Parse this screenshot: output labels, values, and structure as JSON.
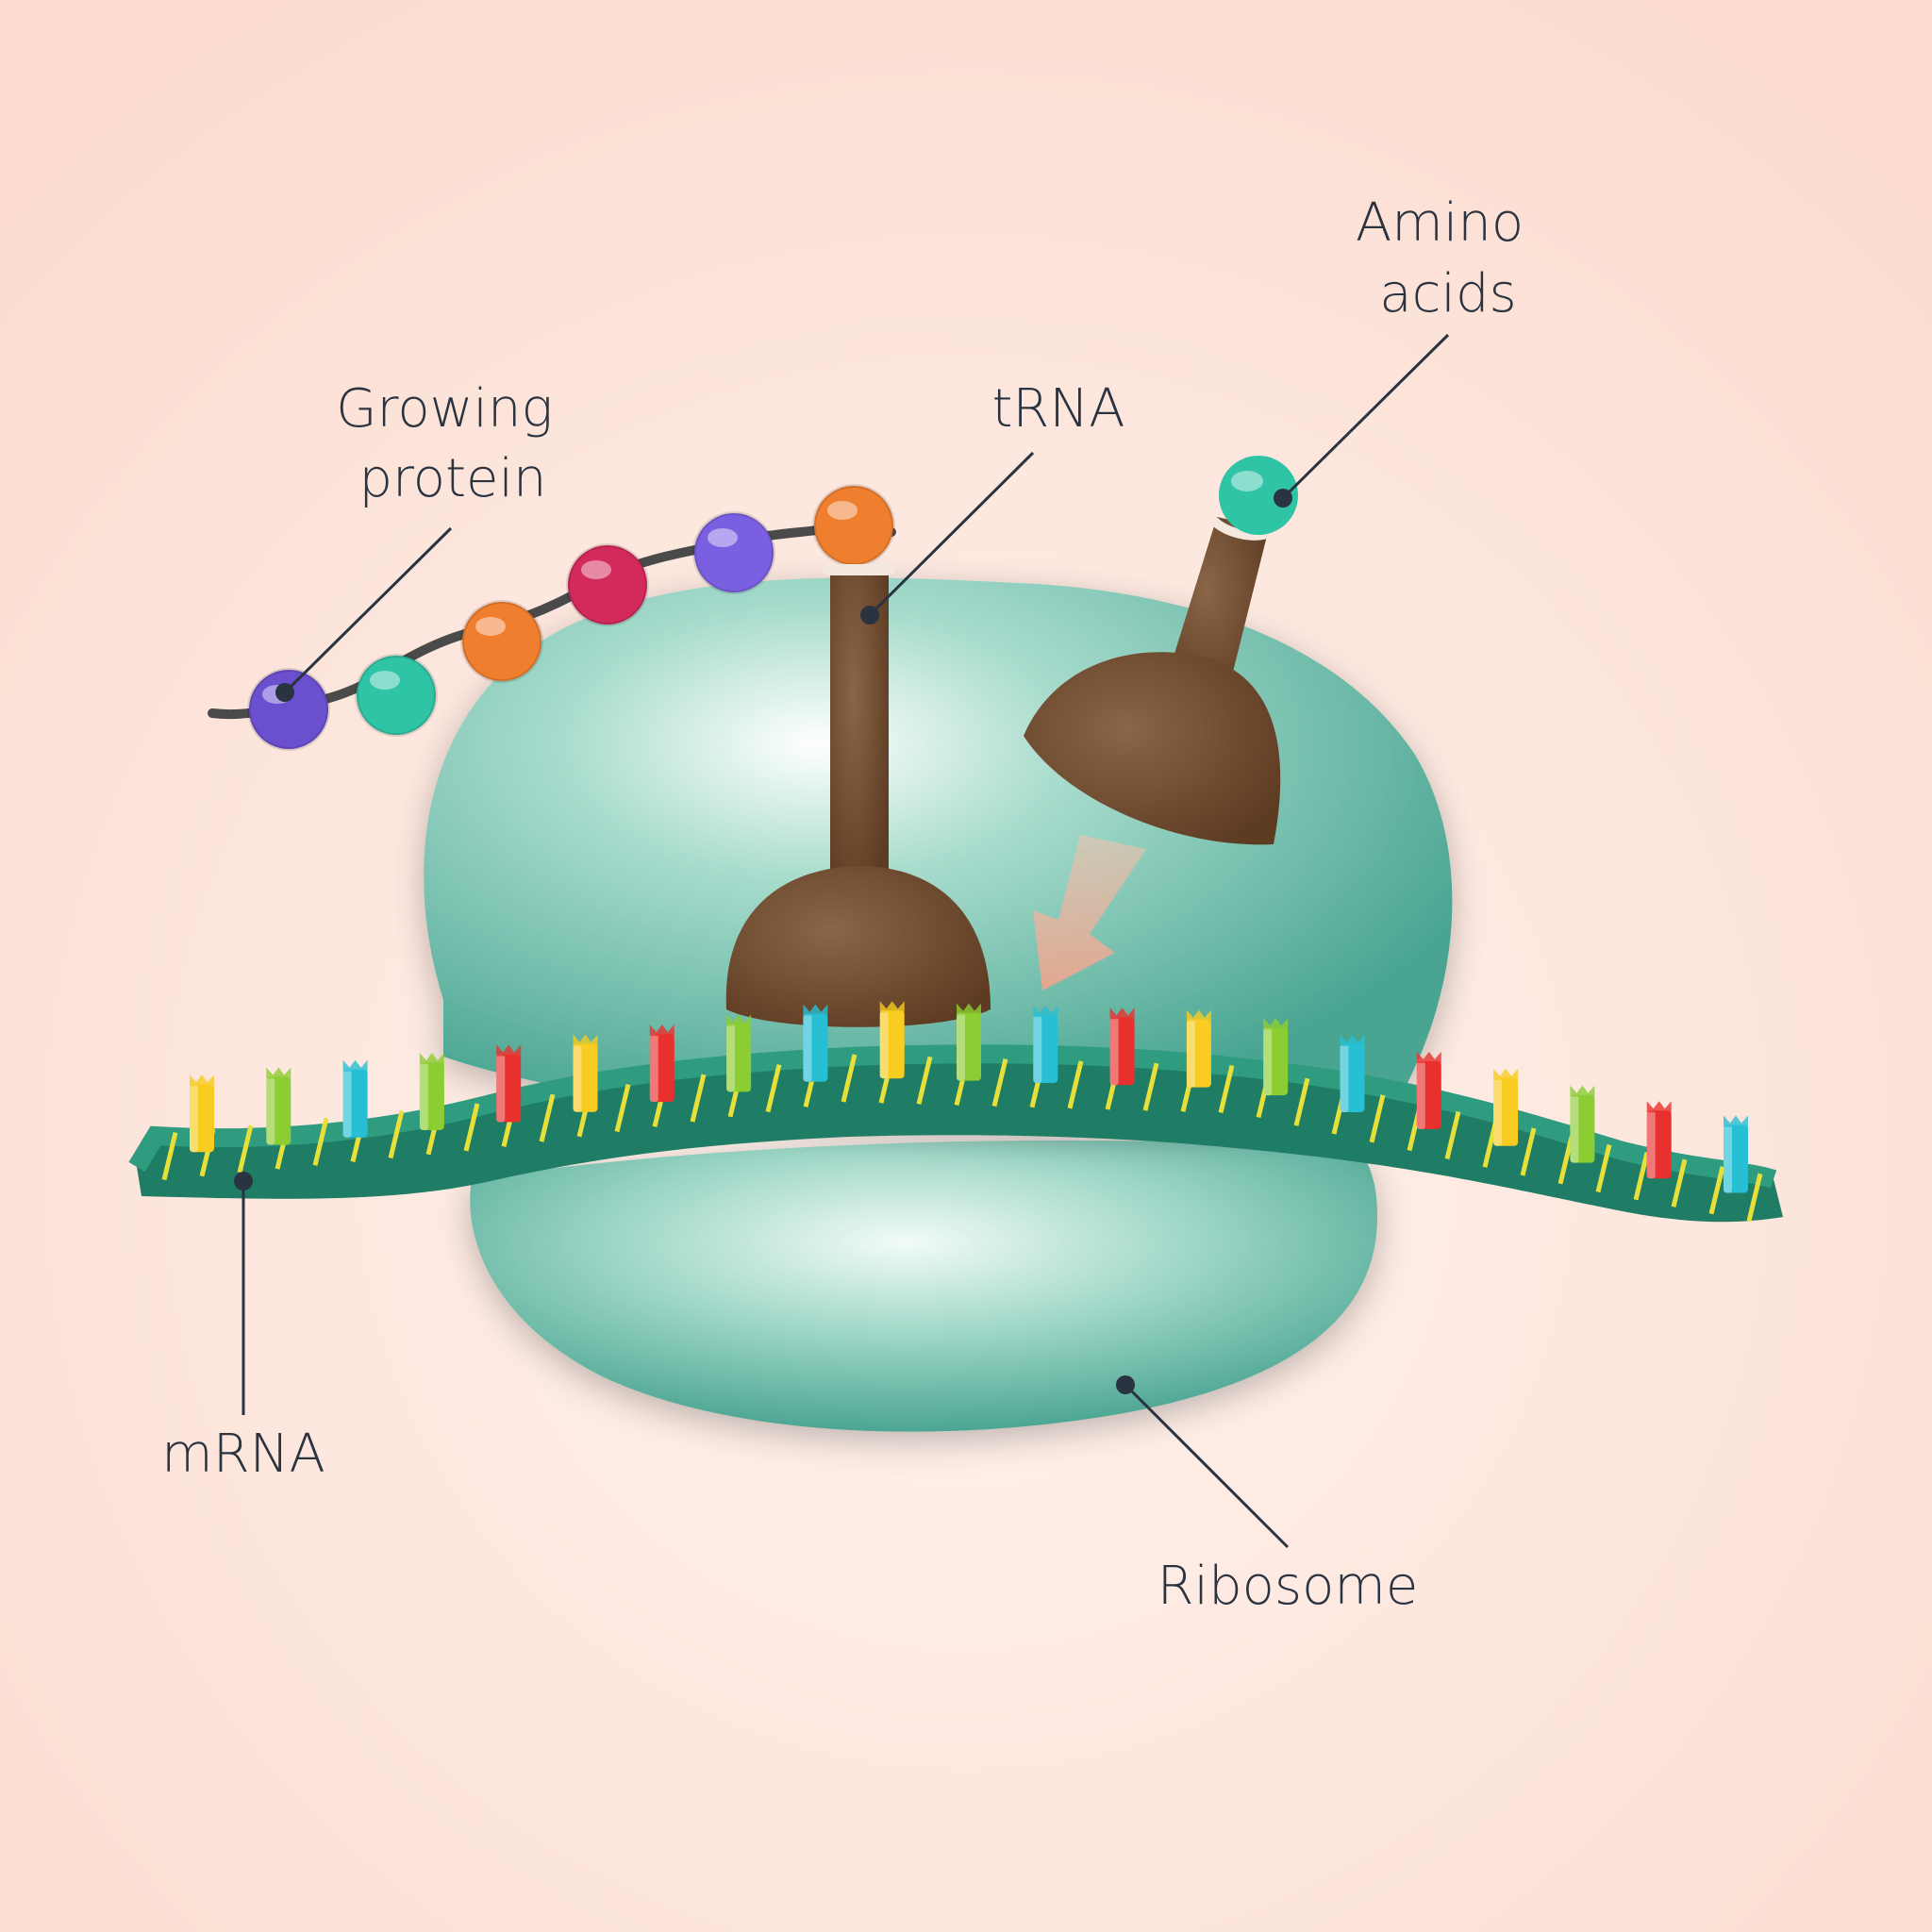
{
  "labels": {
    "growing_protein": [
      "Growing",
      "protein"
    ],
    "trna": "tRNA",
    "amino_acids": [
      "Amino",
      "acids"
    ],
    "mrna": "mRNA",
    "ribosome": "Ribosome"
  },
  "colors": {
    "background": "#fde6dc",
    "ribosome": "#4fae99",
    "trna": "#6e4a30",
    "mrna_strand": "#1f7d66",
    "mrna_stripe": "#e8e03a",
    "leader_line": "#2a3340",
    "arrow": "#e8b7a2"
  },
  "protein_beads": [
    "#6a4fcf",
    "#2fc4a6",
    "#ef7f2e",
    "#d22a5b",
    "#7a5fe0",
    "#ef7f2e"
  ],
  "free_amino_acid": "#2fc4a6",
  "codon_colors": [
    "#f8cc20",
    "#8ccd33",
    "#27bfd4",
    "#8ccd33",
    "#e8312f",
    "#f8cc20",
    "#e8312f",
    "#8ccd33",
    "#27bfd4",
    "#f8cc20",
    "#8ccd33",
    "#27bfd4",
    "#e8312f",
    "#f8cc20",
    "#8ccd33",
    "#27bfd4",
    "#e8312f",
    "#f8cc20",
    "#8ccd33",
    "#e8312f",
    "#27bfd4"
  ]
}
